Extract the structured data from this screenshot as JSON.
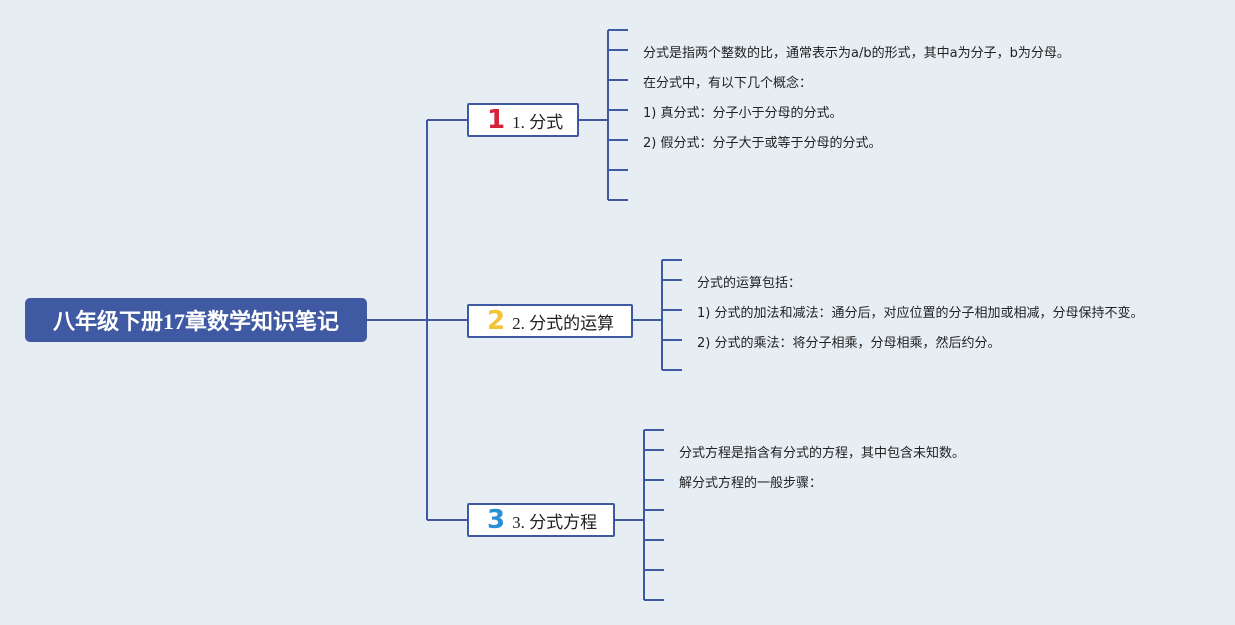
{
  "root": {
    "title": "八年级下册17章数学知识笔记"
  },
  "branches": [
    {
      "number": "1",
      "number_color": "#d5243a",
      "label": "1. 分式",
      "leaves": [
        "分式是指两个整数的比，通常表示为a/b的形式，其中a为分子，b为分母。",
        "在分式中，有以下几个概念：",
        "1) 真分式：分子小于分母的分式。",
        "2) 假分式：分子大于或等于分母的分式。"
      ]
    },
    {
      "number": "2",
      "number_color": "#f2c438",
      "label": "2. 分式的运算",
      "leaves": [
        "分式的运算包括：",
        "1) 分式的加法和减法：通分后，对应位置的分子相加或相减，分母保持不变。",
        "2) 分式的乘法：将分子相乘，分母相乘，然后约分。"
      ]
    },
    {
      "number": "3",
      "number_color": "#2b8fd6",
      "label": "3. 分式方程",
      "leaves": [
        "分式方程是指含有分式的方程，其中包含未知数。",
        "解分式方程的一般步骤："
      ]
    }
  ],
  "colors": {
    "line": "#3f5aa3",
    "root_bg": "#3f5aa3",
    "background": "#e6edf3"
  }
}
